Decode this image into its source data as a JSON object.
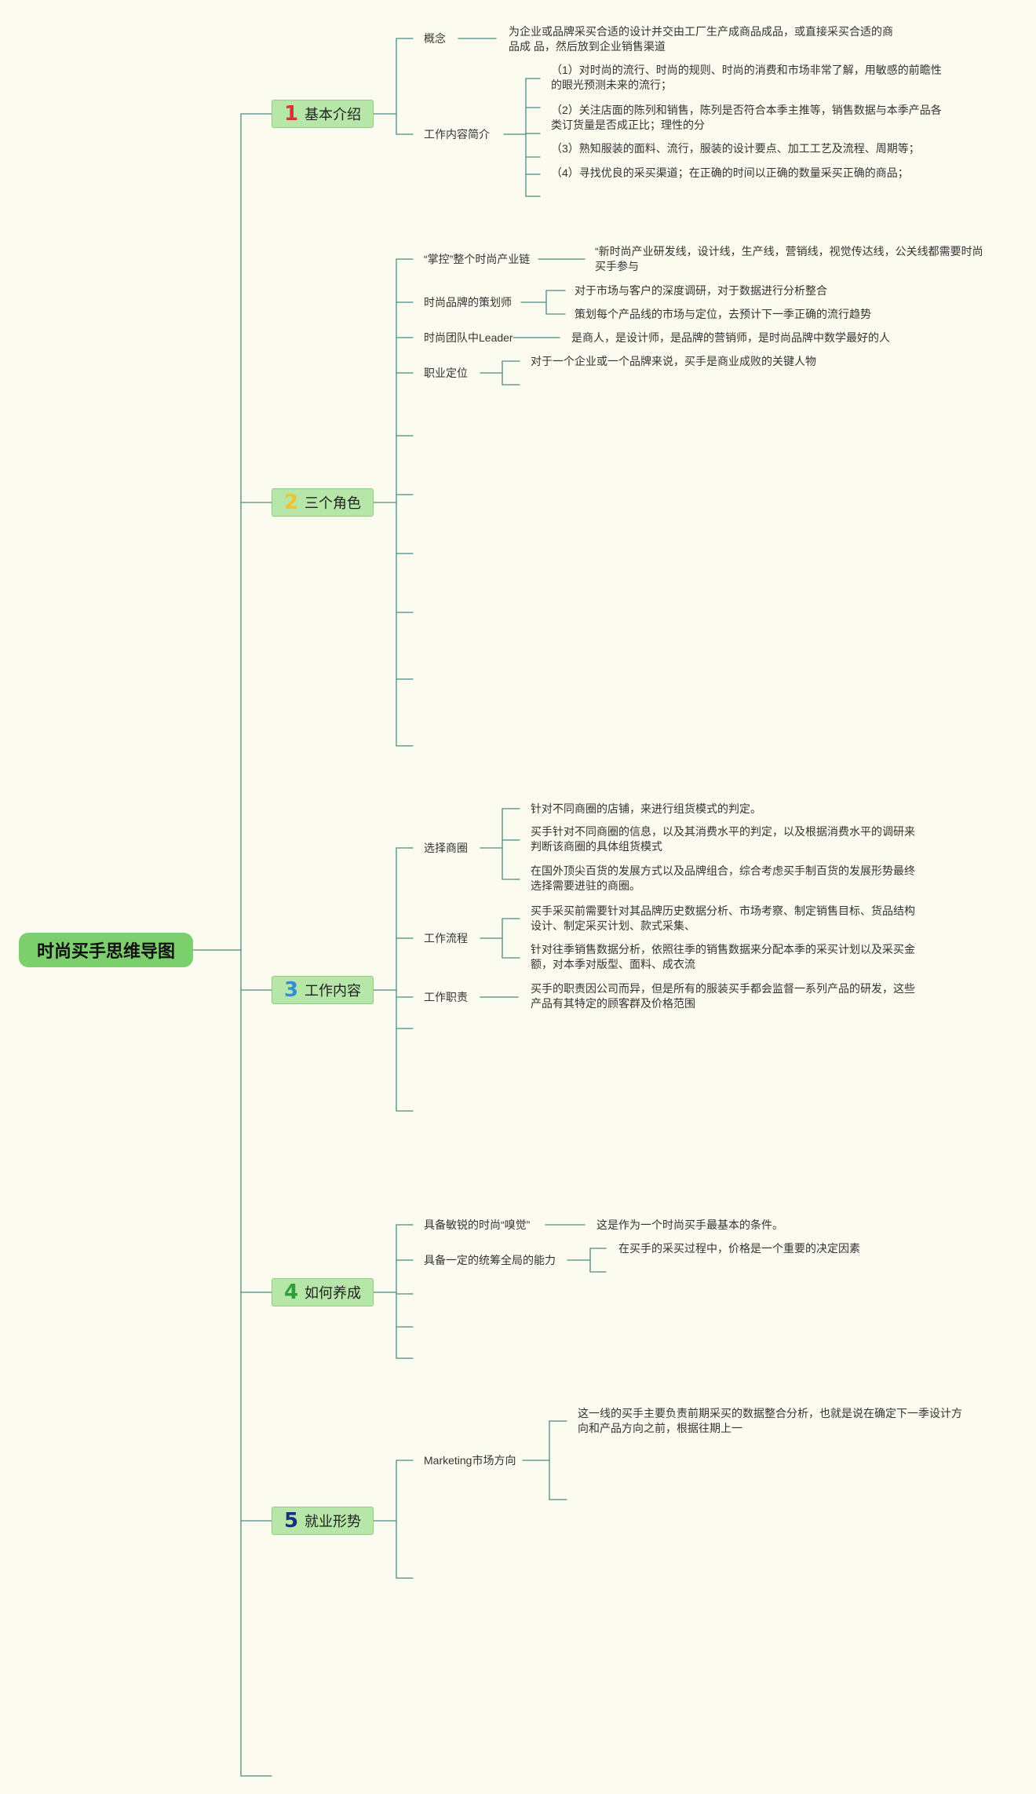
{
  "title": "时尚买手思维导图",
  "colors": {
    "background": "#fcfbf0",
    "root_fill": "#7ccf6d",
    "branch_fill": "#b6e7a8",
    "line": "#4d8a84",
    "num1": "#d9323a",
    "num2": "#f2c232",
    "num3": "#2f8fd1",
    "num4": "#2e9e38",
    "num5": "#1d2f80"
  },
  "branches": [
    {
      "number": "1",
      "label": "基本介绍",
      "concept": {
        "label": "概念",
        "text": "为企业或品牌采买合适的设计并交由工厂生产成商品成品，或直接采买合适的商品成 品，然后放到企业销售渠道"
      },
      "work_intro": {
        "label": "工作内容简介",
        "items": [
          "（1）对时尚的流行、时尚的规则、时尚的消费和市场非常了解，用敏感的前瞻性的眼光预测未来的流行；",
          "（2）关注店面的陈列和销售，陈列是否符合本季主推等，销售数据与本季产品各类订货量是否成正比；理性的分",
          "（3）熟知服装的面料、流行，服装的设计要点、加工工艺及流程、周期等；",
          "（4）寻找优良的采买渠道；在正确的时间以正确的数量采买正确的商品；"
        ]
      }
    },
    {
      "number": "2",
      "label": "三个角色",
      "control": {
        "label": "“掌控”整个时尚产业链",
        "text": "“新时尚产业研发线，设计线，生产线，营销线，视觉传达线，公关线都需要时尚买手参与"
      },
      "planner": {
        "label": "时尚品牌的策划师",
        "items": [
          "对于市场与客户的深度调研，对于数据进行分析整合",
          "策划每个产品线的市场与定位，去预计下一季正确的流行趋势"
        ]
      },
      "leader": {
        "label": "时尚团队中Leader",
        "text": "是商人，是设计师，是品牌的营销师，是时尚品牌中数学最好的人"
      },
      "position": {
        "label": "职业定位",
        "text": "对于一个企业或一个品牌来说，买手是商业成败的关键人物"
      }
    },
    {
      "number": "3",
      "label": "工作内容",
      "district": {
        "label": "选择商圈",
        "items": [
          "针对不同商圈的店铺，来进行组货模式的判定。",
          "买手针对不同商圈的信息，以及其消费水平的判定，以及根据消费水平的调研来判断该商圈的具体组货模式",
          "在国外顶尖百货的发展方式以及品牌组合，综合考虑买手制百货的发展形势最终选择需要进驻的商圈。"
        ]
      },
      "process": {
        "label": "工作流程",
        "items": [
          "买手采买前需要针对其品牌历史数据分析、市场考察、制定销售目标、货品结构设计、制定采买计划、款式采集、",
          "针对往季销售数据分析，依照往季的销售数据来分配本季的采买计划以及采买金额，对本季对版型、面料、成衣流"
        ]
      },
      "duty": {
        "label": "工作职责",
        "text": "买手的职责因公司而异，但是所有的服装买手都会监督一系列产品的研发，这些产品有其特定的顾客群及价格范围"
      }
    },
    {
      "number": "4",
      "label": "如何养成",
      "sense": {
        "label": "具备敏锐的时尚“嗅觉”",
        "text": "这是作为一个时尚买手最基本的条件。"
      },
      "overall": {
        "label": "具备一定的统筹全局的能力",
        "text": "在买手的采买过程中，价格是一个重要的决定因素"
      }
    },
    {
      "number": "5",
      "label": "就业形势",
      "marketing": {
        "label": "Marketing市场方向",
        "text": "这一线的买手主要负责前期采买的数据整合分析，也就是说在确定下一季设计方向和产品方向之前，根据往期上一"
      }
    }
  ]
}
